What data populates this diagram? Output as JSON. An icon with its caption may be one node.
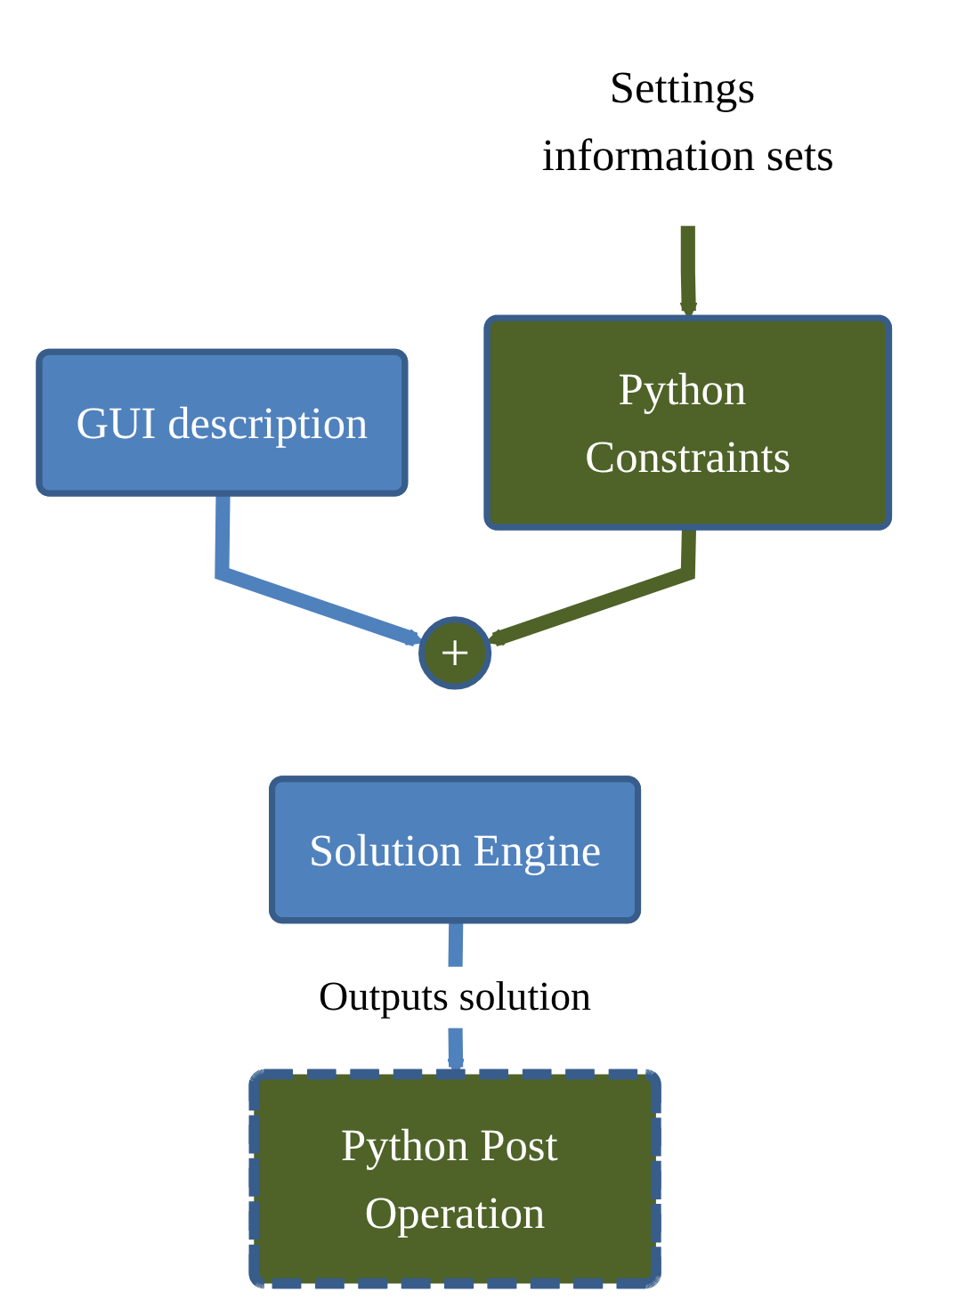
{
  "diagram": {
    "nodes": [
      {
        "text": [
          "GUI description"
        ]
      },
      {
        "text": [
          "Settings information sets"
        ]
      },
      {
        "text": [
          "+"
        ]
      },
      {
        "text": [
          "Python Constraints"
        ]
      },
      {
        "text": [
          "Solution Engine"
        ]
      },
      {
        "text": [
          "Python Post Operation"
        ]
      }
    ],
    "edges": [
      {
        "from": 0,
        "to": 2,
        "arrow": "to",
        "color": "#4f81bd"
      },
      {
        "from": 1,
        "to": 3,
        "arrow": "to",
        "color": "#4f6228"
      },
      {
        "from": 3,
        "to": 2,
        "arrow": "to",
        "color": "#4f6228"
      },
      {
        "from": 4,
        "to": 5,
        "arrow": "to",
        "label": "Outputs solution",
        "color": "#4f81bd"
      }
    ]
  }
}
